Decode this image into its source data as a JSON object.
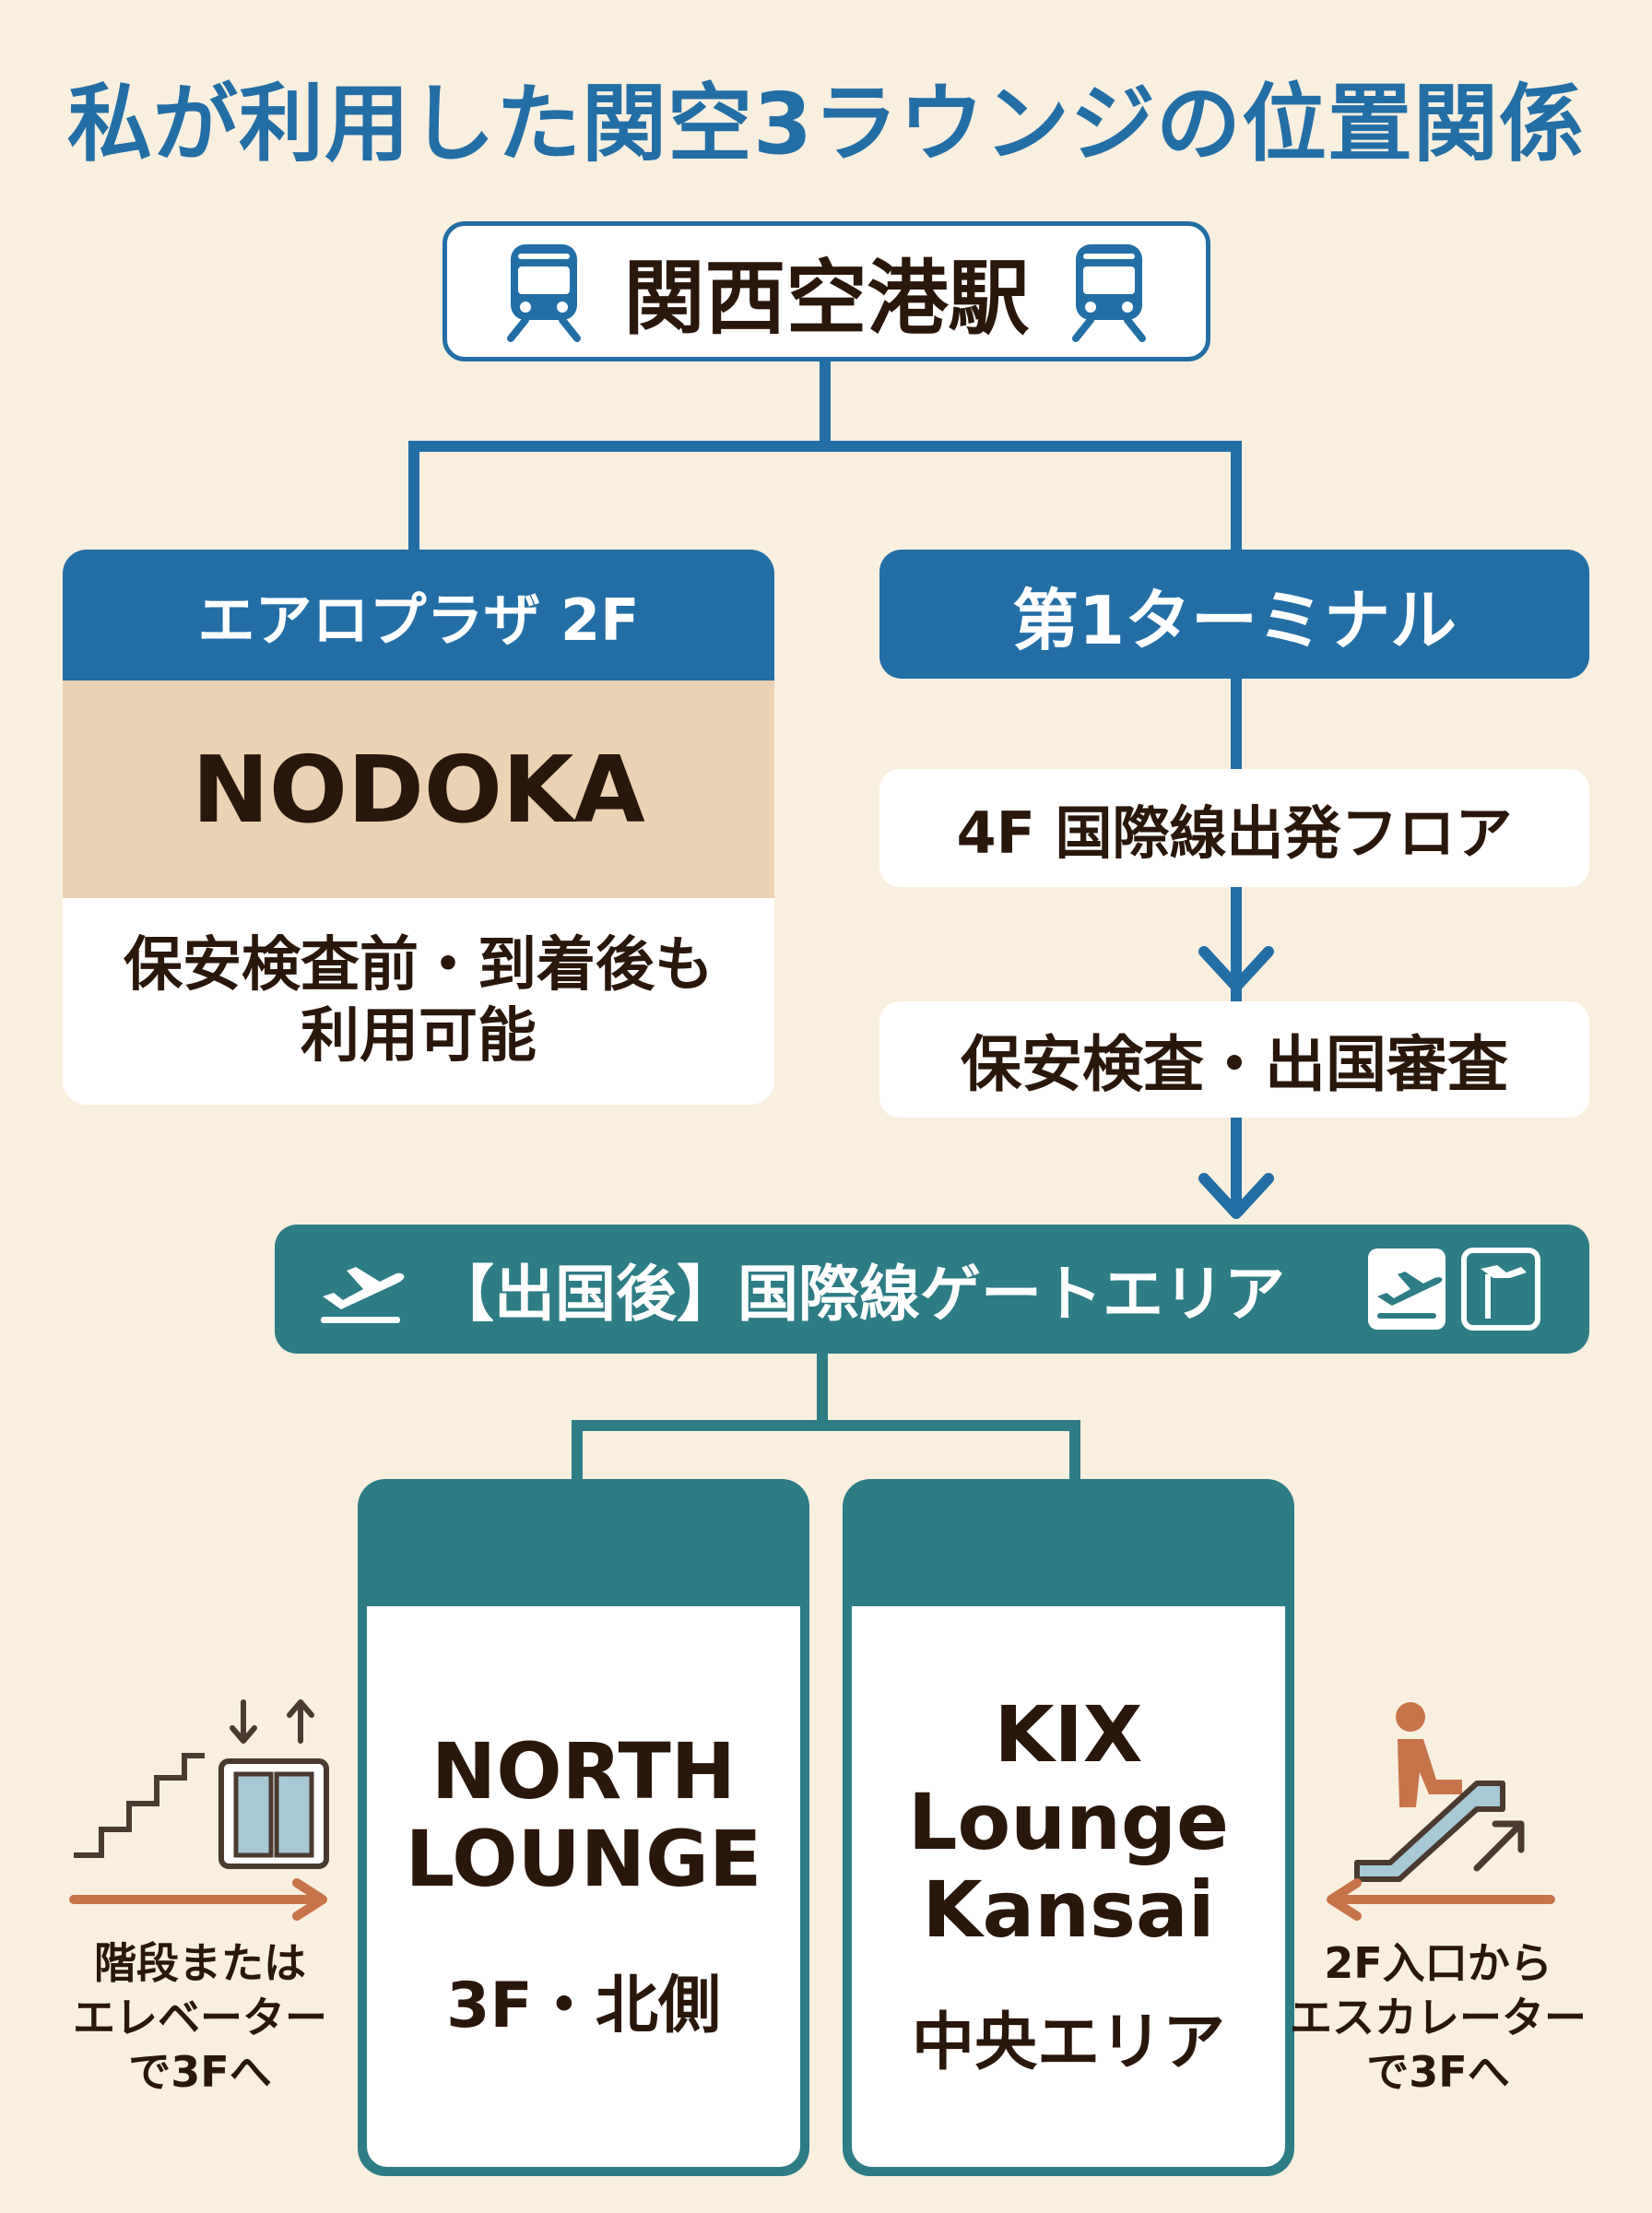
{
  "title": "私が利用した関空3ラウンジの位置関係",
  "station": {
    "label": "関西空港駅",
    "icon": "train-icon"
  },
  "aeroplaza": {
    "header": "エアロプラザ 2F",
    "lounge": "NODOKA",
    "note_line1": "保安検査前・到着後も",
    "note_line2": "利用可能"
  },
  "terminal": {
    "header": "第1ターミナル",
    "step1": "4F 国際線出発フロア",
    "step2": "保安検査・出国審査"
  },
  "gate_area": {
    "label": "【出国後】国際線ゲートエリア",
    "icons": [
      "departure-icon",
      "departure-board-icon",
      "gate-sign-icon"
    ]
  },
  "north_lounge": {
    "name_line1": "NORTH",
    "name_line2": "LOUNGE",
    "location": "3F・北側"
  },
  "kix_lounge": {
    "name_line1": "KIX",
    "name_line2": "Lounge",
    "name_line3": "Kansai",
    "location": "中央エリア"
  },
  "north_access": {
    "line1": "階段または",
    "line2": "エレベーター",
    "line3": "で3Fへ",
    "icons": [
      "stairs-icon",
      "elevator-icon"
    ]
  },
  "kix_access": {
    "line1": "2F入口から",
    "line2": "エスカレーター",
    "line3": "で3Fへ",
    "icons": [
      "escalator-icon"
    ]
  },
  "colors": {
    "background": "#f9efdf",
    "blue": "#246ea6",
    "teal": "#2e7c85",
    "beige": "#ebd2b2",
    "text": "#2a170b",
    "arrow_orange": "#c8744a"
  }
}
